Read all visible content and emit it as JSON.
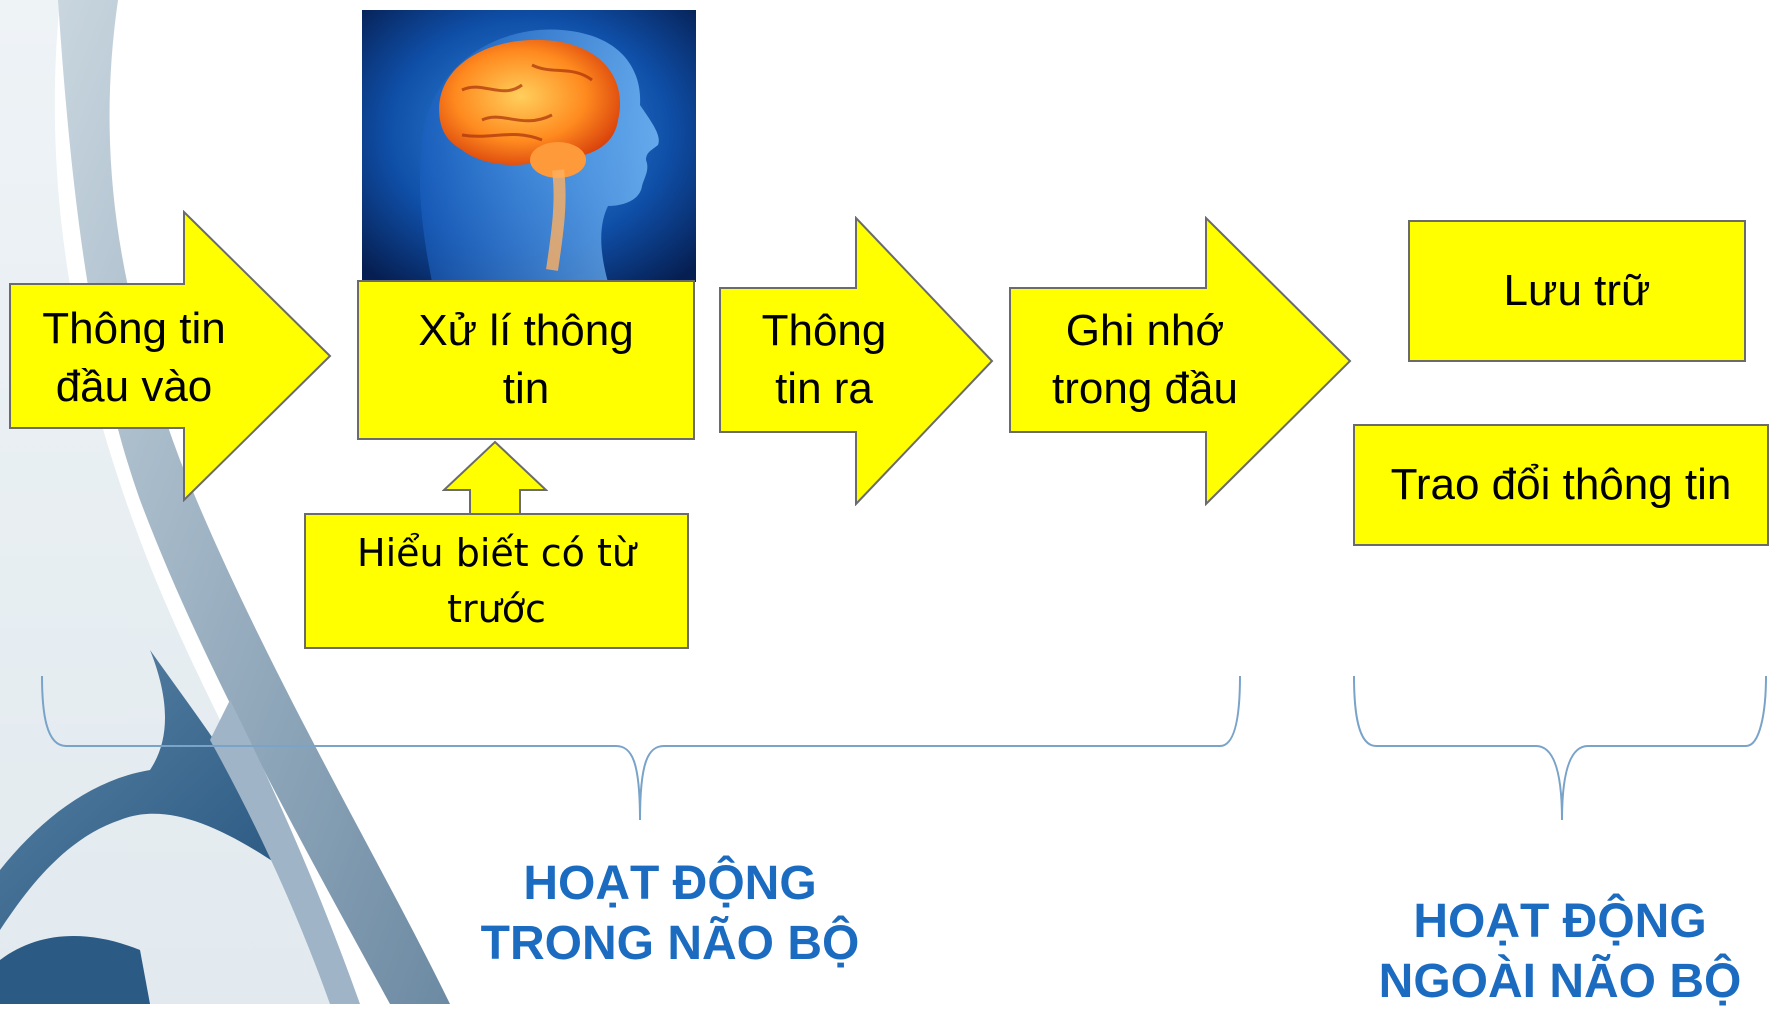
{
  "diagram": {
    "flow": [
      {
        "id": "input",
        "label_line1": "Thông tin",
        "label_line2": "đầu vào"
      },
      {
        "id": "process",
        "label_line1": "Xử lí thông",
        "label_line2": "tin"
      },
      {
        "id": "output",
        "label_line1": "Thông",
        "label_line2": "tin ra"
      },
      {
        "id": "memorize",
        "label_line1": "Ghi nhớ",
        "label_line2": "trong đầu"
      }
    ],
    "prior_knowledge": {
      "label_line1": "Hiểu biết có từ",
      "label_line2": "trước"
    },
    "outside": {
      "storage": "Lưu trữ",
      "exchange": "Trao đổi thông tin"
    },
    "groups": {
      "inside": {
        "line1": "HOẠT ĐỘNG",
        "line2": "TRONG NÃO BỘ"
      },
      "outside": {
        "line1": "HOẠT ĐỘNG",
        "line2": "NGOÀI NÃO BỘ"
      }
    }
  },
  "colors": {
    "box_fill": "#ffff00",
    "label_blue": "#1b6cc0",
    "decoration_blue": "#2f5f8c"
  },
  "icons": [
    "human-head-brain-illustration"
  ]
}
